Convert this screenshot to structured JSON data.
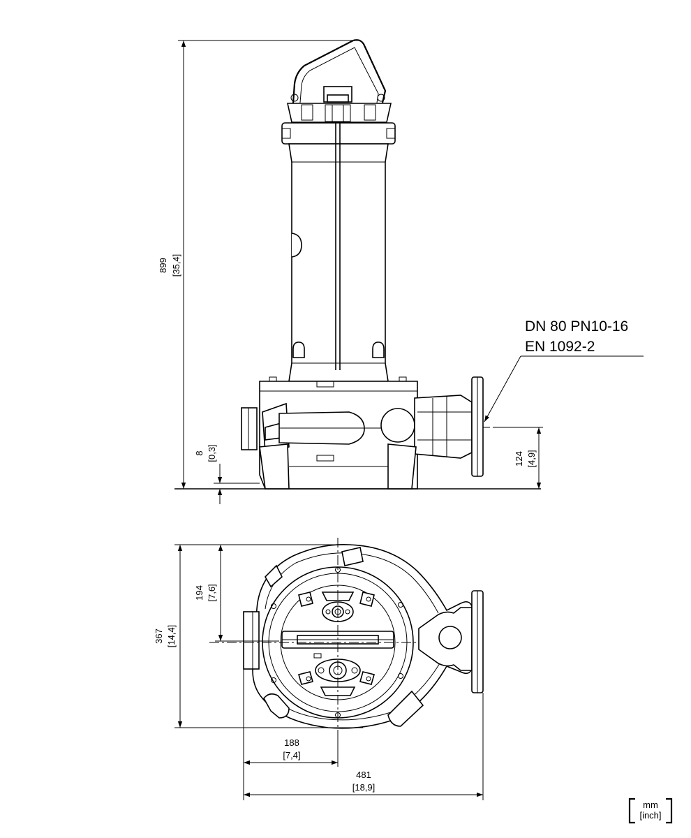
{
  "flange_note": {
    "line1": "DN 80 PN10-16",
    "line2": "EN 1092-2"
  },
  "side_view": {
    "height": {
      "mm": "899",
      "inch": "[35,4]"
    },
    "foot_clearance": {
      "mm": "8",
      "inch": "[0,3]"
    },
    "outlet_height": {
      "mm": "124",
      "inch": "[4,9]"
    }
  },
  "top_view": {
    "width_total": {
      "mm": "367",
      "inch": "[14,4]"
    },
    "width_to_center": {
      "mm": "194",
      "inch": "[7,6]"
    },
    "length_to_center": {
      "mm": "188",
      "inch": "[7,4]"
    },
    "length_total": {
      "mm": "481",
      "inch": "[18,9]"
    }
  },
  "units": {
    "mm": "mm",
    "inch": "[inch]"
  }
}
